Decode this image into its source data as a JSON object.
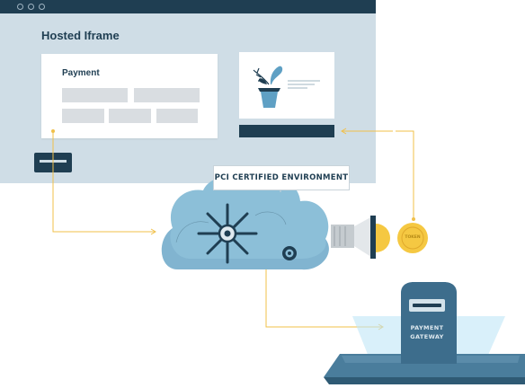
{
  "iframe": {
    "title": "Hosted Iframe",
    "payment_label": "Payment"
  },
  "pci": {
    "label": "PCI CERTIFIED ENVIRONMENT"
  },
  "gateway": {
    "line1": "PAYMENT",
    "line2": "GATEWAY"
  },
  "coin": {
    "label": "TOKEN"
  },
  "colors": {
    "navy": "#1f3e52",
    "panel": "#cfdde6",
    "cloud": "#8cbfd8",
    "cloud_dark": "#6fa6c2",
    "arrow": "#f0c04a",
    "coin": "#f5c842",
    "field": "#d9dde1",
    "gateway_glow": "#bfe6f7"
  }
}
